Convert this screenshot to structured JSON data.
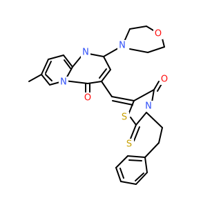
{
  "atoms": {
    "ring_n_upper": {
      "symbol": "N",
      "color": "#3050F8"
    },
    "ring_n_lower": {
      "symbol": "N",
      "color": "#3050F8"
    },
    "morpholine_n": {
      "symbol": "N",
      "color": "#3050F8"
    },
    "morpholine_o": {
      "symbol": "O",
      "color": "#FF0D0D"
    },
    "carbonyl_o_pyrimidinone": {
      "symbol": "O",
      "color": "#FF0D0D"
    },
    "carbonyl_o_thiazolidinone": {
      "symbol": "O",
      "color": "#FF0D0D"
    },
    "ring_s": {
      "symbol": "S",
      "color": "#C8A000"
    },
    "thione_s": {
      "symbol": "S",
      "color": "#C8A000"
    },
    "thiazolidinone_n": {
      "symbol": "N",
      "color": "#3050F8"
    }
  }
}
